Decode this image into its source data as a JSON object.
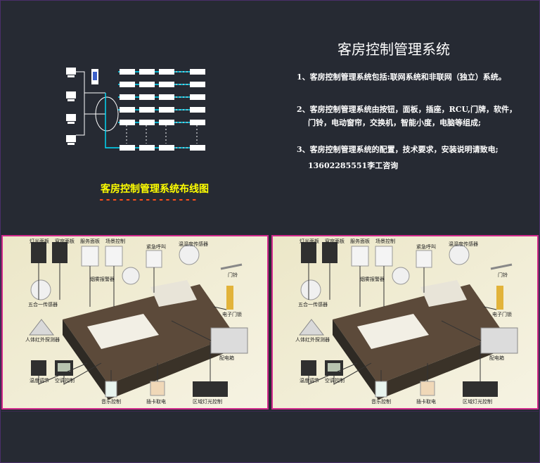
{
  "title": "客房控制管理系统",
  "description": [
    "1、客房控制管理系统包括:联网系统和非联网（独立）系统。",
    "2、客房控制管理系统由按钮，面板，插座，RCU,门牌，软件，",
    "门铃，电动窗帘，交换机，智能小度，电脑等组成;",
    "3、客房控制管理系统的配置，技术要求，安装说明请致电;",
    "13602285551李工咨询"
  ],
  "wiring_label": "客房控制管理系统布线图",
  "wiring_underline": "---------------",
  "room_labels": {
    "light_panel": "灯光面板",
    "curtain_panel": "窗帘面板",
    "service_panel": "服务面板",
    "scene_control": "场景控制",
    "emergency": "紧急呼叫",
    "temp_sensor": "温湿度传感器",
    "gas_sensor": "五合一传感器",
    "smoke_sensor": "烟雾报警器",
    "ir_detector": "人体红外探测器",
    "door_lock": "电子门锁",
    "thermostat": "温度调节",
    "ac_control": "空调控制",
    "music": "音乐控制",
    "card_switch": "插卡取电",
    "zone_light": "区域灯光控制",
    "distribution_box": "配电箱",
    "doorbell": "门铃"
  },
  "colors": {
    "background": "#262a33",
    "accent_wire": "#00e0ff",
    "label_yellow": "#ffff00",
    "panel_border": "#d12a8c"
  }
}
